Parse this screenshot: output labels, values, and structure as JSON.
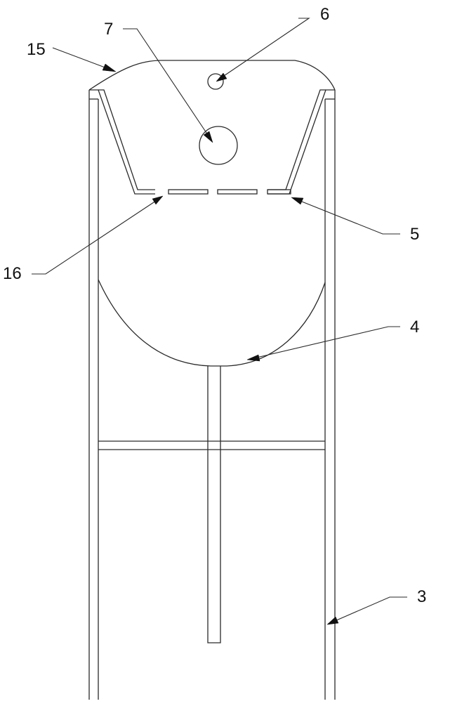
{
  "labels": {
    "l15": "15",
    "l7": "7",
    "l6": "6",
    "l5": "5",
    "l16": "16",
    "l4": "4",
    "l3": "3"
  },
  "colors": {
    "line": "#2a2a2a",
    "background": "#ffffff"
  }
}
